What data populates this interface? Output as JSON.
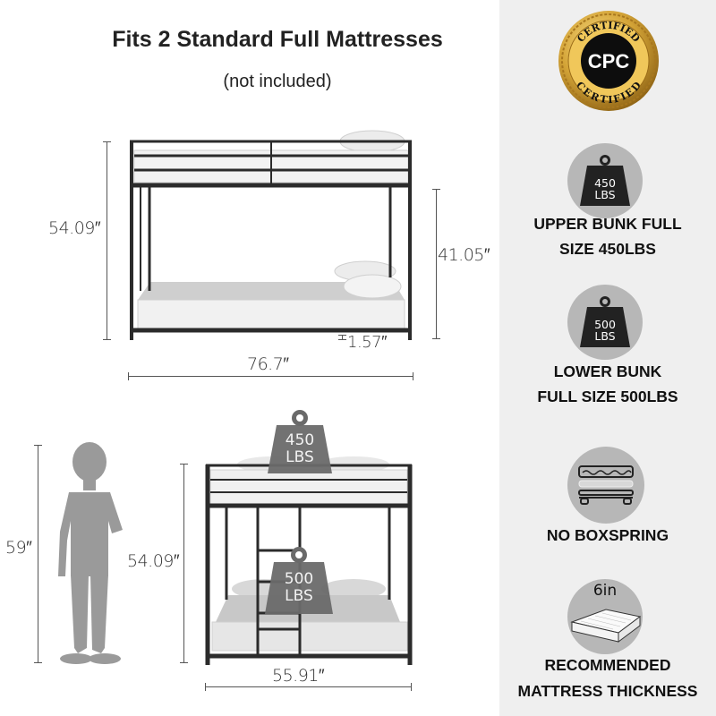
{
  "header": {
    "title": "Fits 2 Standard Full Mattresses",
    "subtitle": "(not included)"
  },
  "side_view": {
    "total_height": "54.09″",
    "clearance_height": "41.05″",
    "floor_clearance": "1.57″",
    "length": "76.7″"
  },
  "front_view": {
    "child_height": "59″",
    "total_height": "54.09″",
    "width": "55.91″",
    "upper_weight": {
      "value": "450",
      "unit": "LBS"
    },
    "lower_weight": {
      "value": "500",
      "unit": "LBS"
    }
  },
  "certification": {
    "top_text": "CERTIFIED",
    "center_text": "CPC",
    "bottom_text": "CERTIFIED"
  },
  "features": [
    {
      "icon": "weight-icon",
      "icon_value": "450",
      "icon_unit": "LBS",
      "line1": "UPPER BUNK FULL",
      "line2": "SIZE 450LBS"
    },
    {
      "icon": "weight-icon",
      "icon_value": "500",
      "icon_unit": "LBS",
      "line1": "LOWER BUNK",
      "line2": "FULL SIZE 500LBS"
    },
    {
      "icon": "mattress-stack-icon",
      "line1": "NO BOXSPRING"
    },
    {
      "icon": "mattress-icon",
      "icon_value": "6in",
      "line1": "RECOMMENDED",
      "line2": "MATTRESS THICKNESS"
    }
  ],
  "colors": {
    "frame": "#2b2b2b",
    "panel_bg": "#efefef",
    "icon_circle": "#b7b7b7",
    "badge_gold": "#c99a2e",
    "silhouette": "#9a9a9a"
  }
}
